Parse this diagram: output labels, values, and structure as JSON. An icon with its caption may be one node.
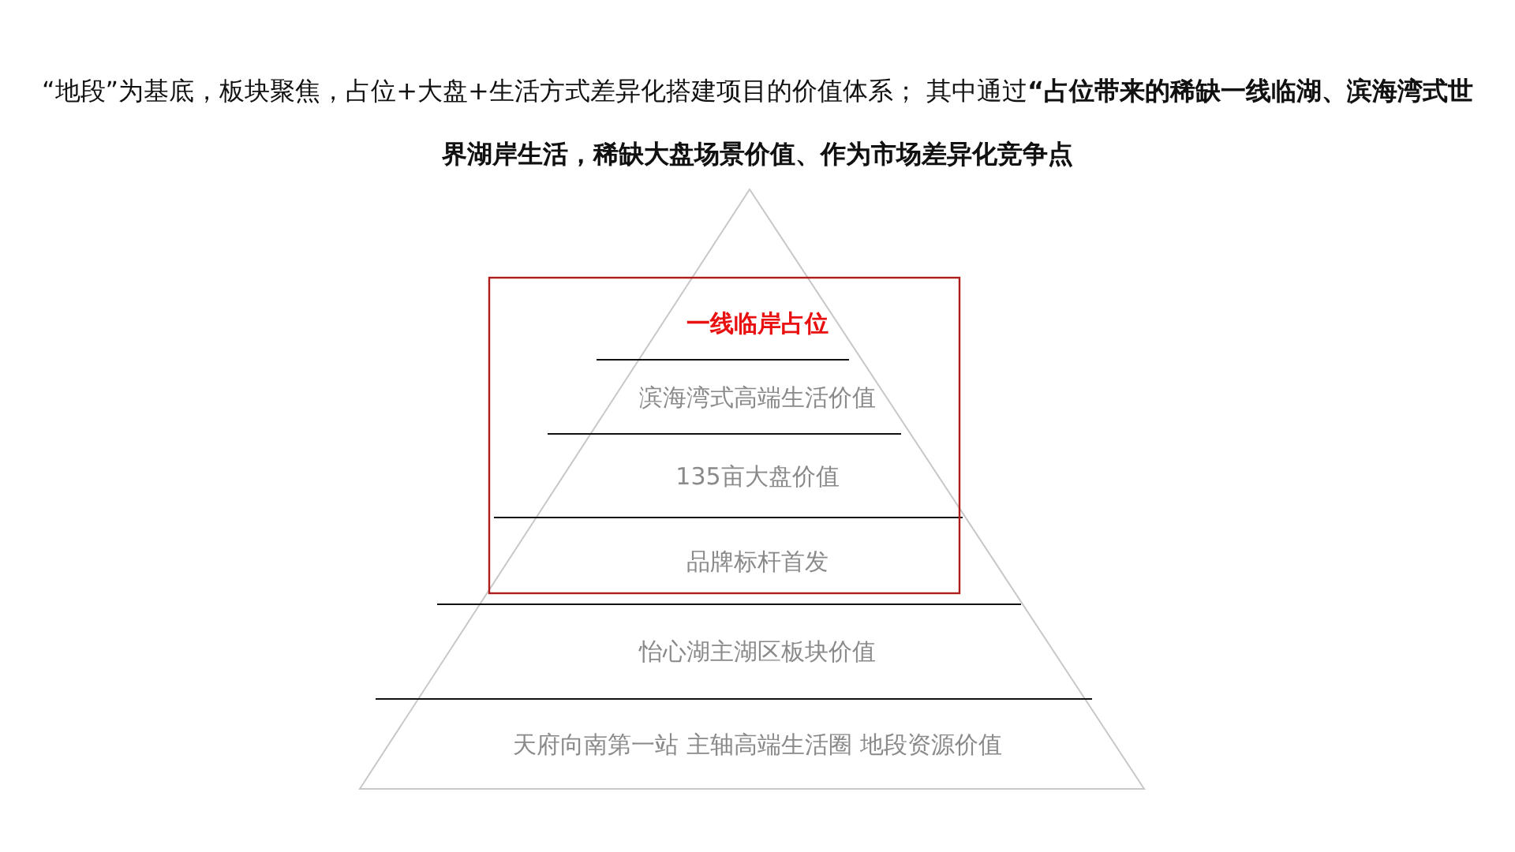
{
  "diagram": {
    "title": "“地段”为基底，板块聚焦，占位+大盘+生活方式差异化搭建项目的价值体系； 其中通过**“占位带来的稀缺一线临湖、滨海湾式世界湖岸生活，稀缺大盘场景价值、作为市场差异化竞争点**",
    "nodes": [
      {
        "text": [
          "一线临岸占位"
        ]
      },
      {
        "text": [
          "滨海湾式高端生活价值"
        ]
      },
      {
        "text": [
          "135亩大盘价值"
        ]
      },
      {
        "text": [
          "品牌标杆首发"
        ]
      },
      {
        "text": [
          "怡心湖主湖区板块价值"
        ]
      },
      {
        "text": [
          "天府向南第一站 主轴高端生活圈 地段资源价值"
        ]
      }
    ]
  }
}
